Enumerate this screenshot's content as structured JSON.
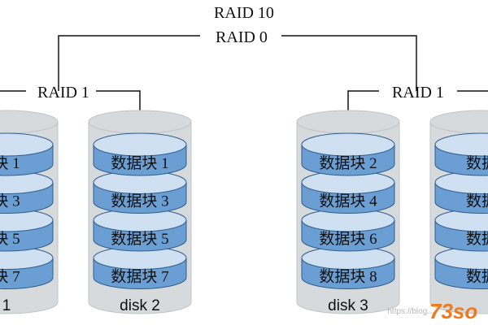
{
  "labels": {
    "raid10": "RAID 10",
    "raid0": "RAID 0",
    "raid1_left": "RAID 1",
    "raid1_right": "RAID 1"
  },
  "disks": [
    {
      "label": "1",
      "blocks": [
        "块 1",
        "块 3",
        "块 5",
        "块 7"
      ]
    },
    {
      "label": "disk 2",
      "blocks": [
        "数据块 1",
        "数据块 3",
        "数据块 5",
        "数据块 7"
      ]
    },
    {
      "label": "disk 3",
      "blocks": [
        "数据块 2",
        "数据块 4",
        "数据块 6",
        "数据块 8"
      ]
    },
    {
      "label": "",
      "blocks": [
        "数据",
        "数据",
        "数据",
        "数据"
      ]
    }
  ],
  "watermark": {
    "small": "https://blog...",
    "brand": "73so"
  },
  "colors": {
    "block_fill": "#6b9fd3",
    "block_top": "#cfe0f2",
    "block_edge": "#2f5d8c",
    "disk_shell": "#d7dadd",
    "disk_shell_dark": "#bfc3c7",
    "line": "#111111",
    "watermark_brand": "#f07a1e"
  }
}
